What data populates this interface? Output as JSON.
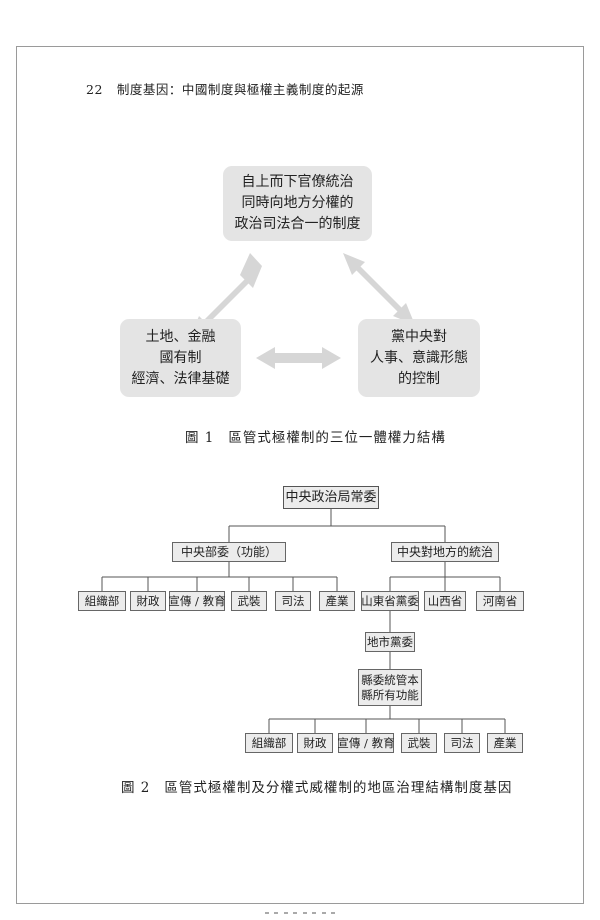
{
  "header": {
    "page_number": "22",
    "title": "制度基因：中國制度與極權主義制度的起源"
  },
  "figure1": {
    "top_box": [
      "自上而下官僚統治",
      "同時向地方分權的",
      "政治司法合一的制度"
    ],
    "left_box": [
      "土地、金融",
      "國有制",
      "經濟、法律基礎"
    ],
    "right_box": [
      "黨中央對",
      "人事、意識形態",
      "的控制"
    ],
    "caption_num": "圖 1",
    "caption_text": "區管式極權制的三位一體權力結構"
  },
  "figure2": {
    "root": "中央政治局常委",
    "left_branch": "中央部委（功能）",
    "right_branch": "中央對地方的統治",
    "central_functions": [
      "組織部",
      "財政",
      "宣傳 / 教育",
      "武裝",
      "司法",
      "產業"
    ],
    "provinces": [
      "山東省黨委",
      "山西省",
      "河南省"
    ],
    "city": "地市黨委",
    "county": [
      "縣委統管本",
      "縣所有功能"
    ],
    "county_functions": [
      "組織部",
      "財政",
      "宣傳 / 教育",
      "武裝",
      "司法",
      "產業"
    ],
    "caption_num": "圖 2",
    "caption_text": "區管式極權制及分權式威權制的地區治理結構制度基因"
  },
  "colors": {
    "box_fill": "#e4e4e4",
    "arrow": "#d6d6d6",
    "line": "#555555"
  }
}
